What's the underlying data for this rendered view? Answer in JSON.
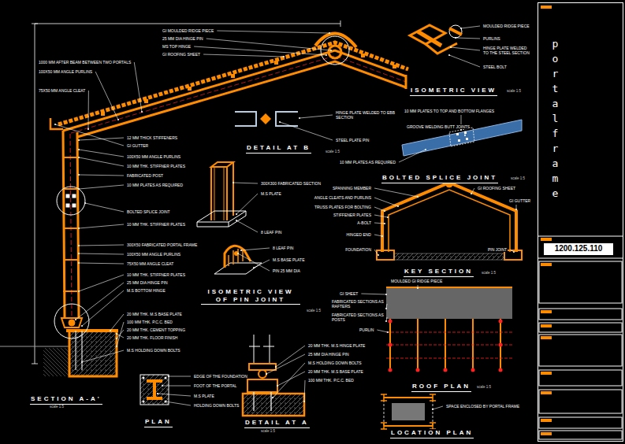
{
  "diagram": {
    "title": "portal frame",
    "nodes": [
      {
        "text": [
          "1200.125.110"
        ]
      }
    ],
    "labels": [
      "GI MOULDED RIDGE PIECE",
      "25 MM DIA HINGE PIN",
      "MS TOP HINGE",
      "GI ROOFING SHEET",
      "1000 MM AFTER BEAM BETWEEN TWO PORTALS",
      "100X50 MM ANGLE PURLINS",
      "75X50 MM ANGLE CLEAT",
      "12 MM THICK STIFFENERS",
      "GI GUTTER",
      "100X50 MM ANGLE PURLINS",
      "10 MM THK. STIFFNER PLATES",
      "FABRICATED POST",
      "10 MM PLATES AS REQUIRED",
      "BOLTED SPLICE JOINT",
      "10 MM THK. STIFFNER PLATES",
      "300X50 FABRICATED PORTAL FRAME",
      "100X50 MM ANGLE PURLINS",
      "75X50 MM ANGLE CLEAT",
      "10 MM THK. STIFFNER PLATES",
      "25 MM DIA HINGE PIN",
      "M.S BOTTOM HINGE",
      "20 MM THK. M.S BASE PLATE",
      "100 MM THK. P.C.C. BED",
      "20 MM THK. CEMENT TOPPING",
      "20 MM THK. FLOOR FINISH",
      "M.S HOLDING DOWN BOLTS",
      "SECTION A-A'",
      "scale 1:5",
      "300X300 FABRICATED SECTION",
      "M.S PLATE",
      "8 LEAF PIN",
      "8 LEAF PIN",
      "M.S BASE PLATE",
      "PIN 25 MM DIA",
      "ISOMETRIC VIEW OF PIN JOINT",
      "scale 1:5",
      "EDGE OF THE FOUNDATION",
      "FOOT OF THE PORTAL",
      "M.S PLATE",
      "HOLDING DOWN BOLTS",
      "PLAN",
      "20 MM THK. M.S HINGE PLATE",
      "25 MM DIA HINGE PIN",
      "M.S HOLDING DOWN BOLTS",
      "20 MM THK. M.S BASE PLATE",
      "100 MM THK. P.C.C. BED",
      "DETAIL AT A",
      "scale 1:5",
      "HINGE PLATE WELDED TO EBB SECTION",
      "STEEL PLATE PIN",
      "DETAIL AT B",
      "scale 1:5",
      "MOULDED RIDGE PIECE",
      "PURLINS",
      "HINGE PLATE WELDED TO THE STEEL SECTION",
      "STEEL BOLT",
      "ISOMETRIC VIEW",
      "scale 1:5",
      "10 MM PLATES TO TOP AND BOTTOM FLANGES",
      "GROOVE WELDING BUTT JOINTS",
      "10 MM PLATES AS REQUIRED",
      "BOLTED SPLICE JOINT",
      "scale 1:5",
      "SPANNING MEMBER",
      "ANGLE CLEATS AND PURLINS",
      "TRUSS PLATES FOR BOLTING",
      "STIFFENER PLATES",
      "A-BOLT",
      "HINGED END",
      "FOUNDATION",
      "GI ROOFING SHEET",
      "GI GUTTER",
      "PIN JOINT",
      "KEY SECTION",
      "scale 1:5",
      "MOULDED GI RIDGE PIECE",
      "GI SHEET",
      "FABRICATED SECTIONS AS RAFTERS",
      "FABRICATED SECTIONS AS POSTS",
      "PURLIN",
      "ROOF PLAN",
      "scale 1:5",
      "SPACE ENCLOSED BY PORTAL FRAME",
      "LOCATION PLAN"
    ]
  }
}
